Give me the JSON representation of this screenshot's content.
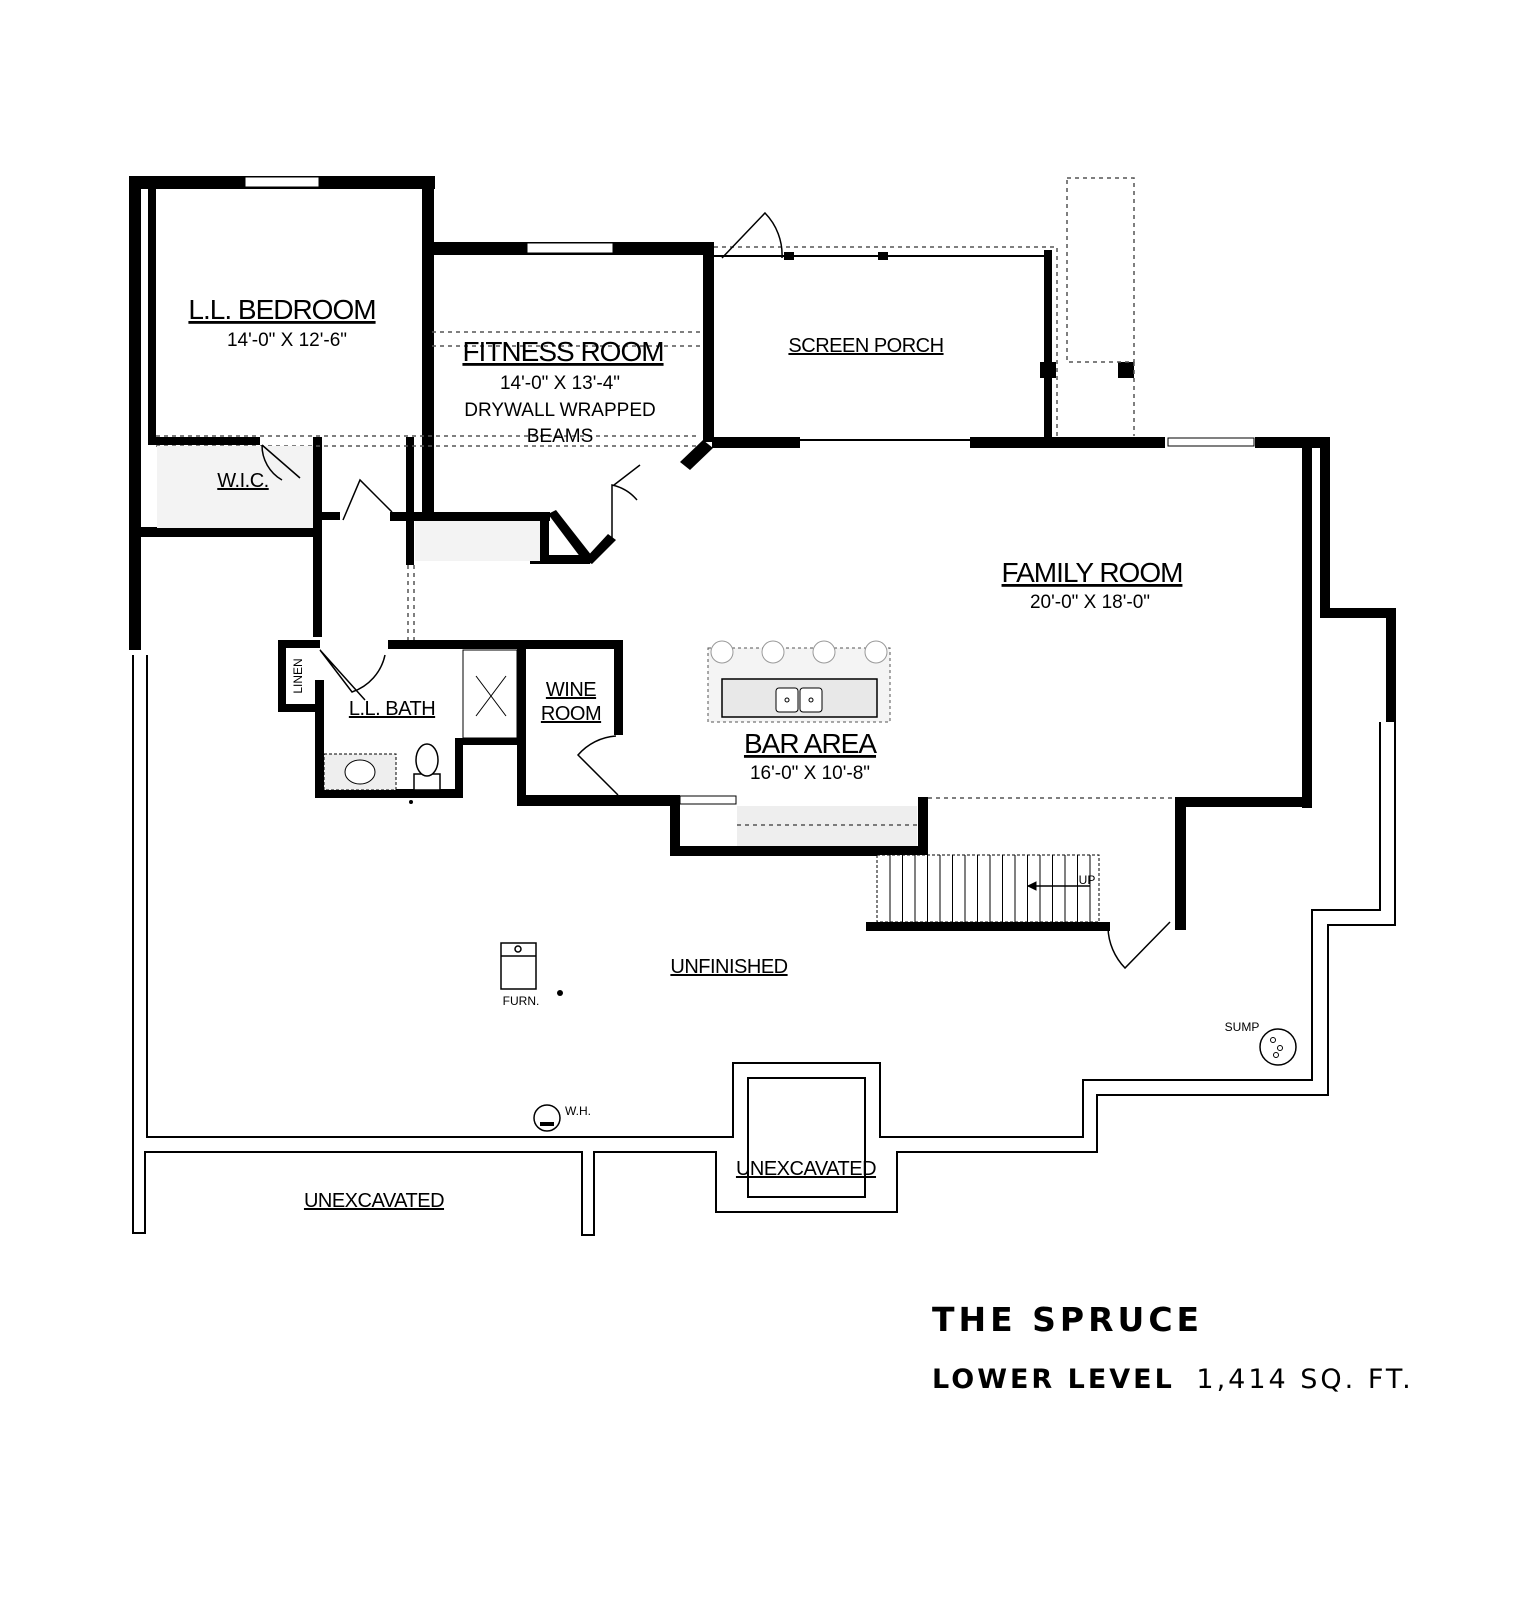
{
  "plan": {
    "rooms": {
      "bedroom": {
        "name": "L.L. BEDROOM",
        "dims": "14'-0\" X 12'-6\""
      },
      "fitness": {
        "name": "FITNESS ROOM",
        "dims": "14'-0\" X 13'-4\"",
        "note1": "DRYWALL WRAPPED",
        "note2": "BEAMS"
      },
      "porch": {
        "name": "SCREEN PORCH"
      },
      "family": {
        "name": "FAMILY ROOM",
        "dims": "20'-0\" X 18'-0\""
      },
      "wic": {
        "name": "W.I.C."
      },
      "linen": {
        "name": "LINEN"
      },
      "bath": {
        "name": "L.L. BATH"
      },
      "wine": {
        "name1": "WINE",
        "name2": "ROOM"
      },
      "bar": {
        "name": "BAR AREA",
        "dims": "16'-0\" X 10'-8\""
      },
      "unfinished": {
        "name": "UNFINISHED"
      },
      "unexcavated_left": {
        "name": "UNEXCAVATED"
      },
      "unexcavated_center": {
        "name": "UNEXCAVATED"
      }
    },
    "fixtures": {
      "stairs": "UP",
      "furnace": "FURN.",
      "water_heater": "W.H.",
      "sump": "SUMP"
    }
  },
  "footer": {
    "model": "THE SPRUCE",
    "level": "LOWER LEVEL",
    "area": "1,414 SQ. FT."
  }
}
